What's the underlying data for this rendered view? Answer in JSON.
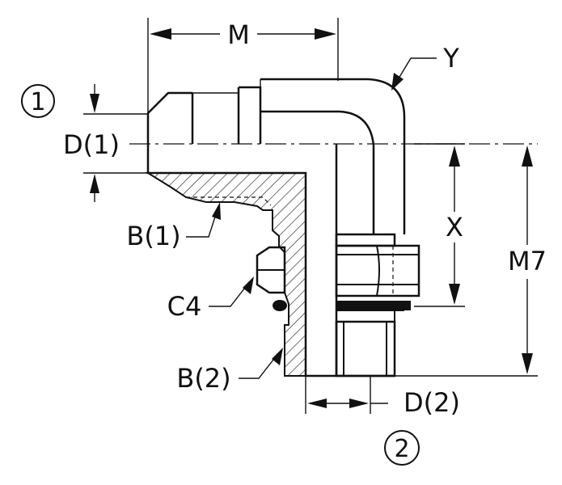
{
  "diagram": {
    "labels": {
      "m": "M",
      "y": "Y",
      "d1": "D(1)",
      "x": "X",
      "m7": "M7",
      "b1": "B(1)",
      "c4": "C4",
      "b2": "B(2)",
      "d2": "D(2)"
    },
    "callouts": {
      "end1": "1",
      "end2": "2"
    }
  }
}
